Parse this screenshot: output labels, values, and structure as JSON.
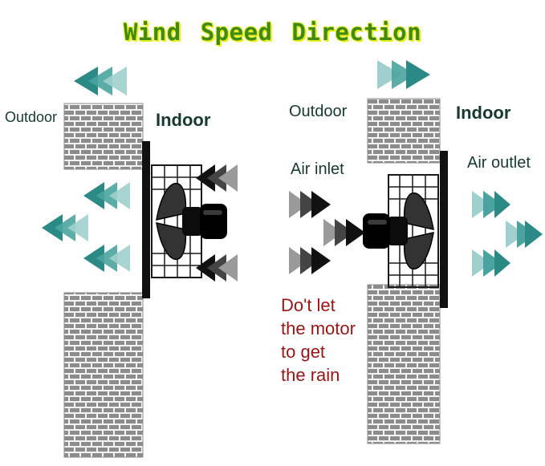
{
  "title": "Wind  Speed Direction",
  "left_panel": {
    "outdoor_label": "Outdoor",
    "indoor_label": "Indoor",
    "flow": "exhaust (indoor to outdoor)"
  },
  "right_panel": {
    "outdoor_label": "Outdoor",
    "indoor_label": "Indoor",
    "inlet_label": "Air inlet",
    "outlet_label": "Air outlet",
    "warning_text": "Do't let\nthe motor\nto get\nthe rain",
    "flow": "intake (outdoor to indoor)"
  },
  "colors": {
    "title_text": "#3f8a12",
    "title_glow": "#e8ee16",
    "teal_arrow": "#2c8a86",
    "teal_arrow_light": "#9fd0cd",
    "dark_arrow": "#111111",
    "brick": "#8c8c8c",
    "mortar": "#f4f4f4",
    "warning_text": "#9e1414",
    "label_text": "#163a2d"
  },
  "icons": [
    "fan-icon",
    "brick-wall-icon",
    "arrow-left-icon",
    "arrow-right-icon"
  ]
}
